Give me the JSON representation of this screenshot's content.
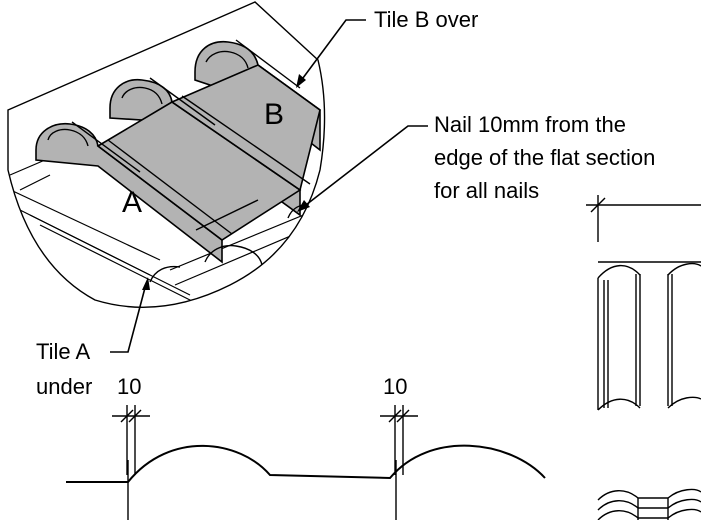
{
  "callouts": {
    "tile_b": "Tile B over",
    "nail_line1": "Nail 10mm from the",
    "nail_line2": "edge of the flat section",
    "nail_line3": "for all nails",
    "tile_a_line1": "Tile A",
    "tile_a_line2": "under"
  },
  "tiles": {
    "a": "A",
    "b": "B"
  },
  "dimensions": {
    "left": "10",
    "right": "10"
  },
  "colors": {
    "tile_fill": "#b3b3b3",
    "line": "#000000",
    "background": "#ffffff"
  }
}
